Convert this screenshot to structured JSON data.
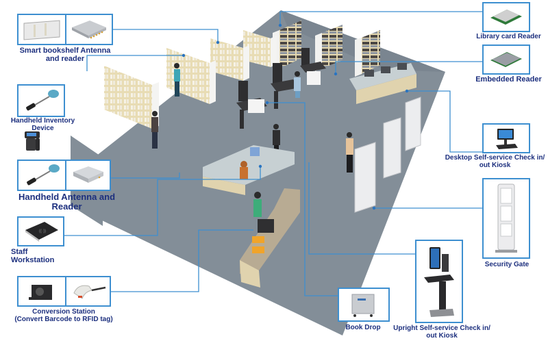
{
  "colors": {
    "connector": "#3d8fd0",
    "label_text": "#1c2f7e",
    "floor": "#838e98",
    "floor_shadow": "#747f8a",
    "shelf_wood": "#e8dcb4",
    "shelf_side": "#f4f4f2",
    "counter_top": "#b8ab93",
    "counter_front": "#e0d3ae",
    "desk_glass": "#c7d0d3",
    "book_yellow": "#f0a42a"
  },
  "components": [
    {
      "id": "smart-bookshelf",
      "label": "Smart bookshelf Antenna\nand reader",
      "images": [
        "shelf-antenna",
        "multi-port-reader"
      ]
    },
    {
      "id": "handheld-inventory",
      "label": "Handheld Inventory Device",
      "images": [
        "handheld-wand"
      ]
    },
    {
      "id": "handheld-terminal",
      "label": "",
      "images": [
        "handheld-terminal"
      ]
    },
    {
      "id": "handheld-antenna-reader",
      "label": "Handheld Antenna and Reader",
      "images": [
        "handheld-wand",
        "single-port-reader"
      ]
    },
    {
      "id": "staff-workstation",
      "label": "Staff Workstation",
      "images": [
        "desktop-pad-reader"
      ]
    },
    {
      "id": "conversion-station",
      "label": "Conversion Station\n(Convert  Barcode to RFID tag)",
      "images": [
        "label-printer",
        "barcode-scanner"
      ]
    },
    {
      "id": "library-card-reader",
      "label": "Library card Reader",
      "images": [
        "card-reader-module"
      ]
    },
    {
      "id": "embedded-reader",
      "label": "Embedded Reader",
      "images": [
        "embedded-module"
      ]
    },
    {
      "id": "desktop-kiosk",
      "label": "Desktop Self-service Check in/\nout Kiosk",
      "images": [
        "desktop-kiosk"
      ]
    },
    {
      "id": "security-gate",
      "label": "Security Gate",
      "images": [
        "security-gate"
      ]
    },
    {
      "id": "upright-kiosk",
      "label": "Upright Self-service Check in/\nout Kiosk",
      "images": [
        "upright-kiosk"
      ]
    },
    {
      "id": "book-drop",
      "label": "Book Drop",
      "images": [
        "book-drop-cart"
      ]
    }
  ]
}
